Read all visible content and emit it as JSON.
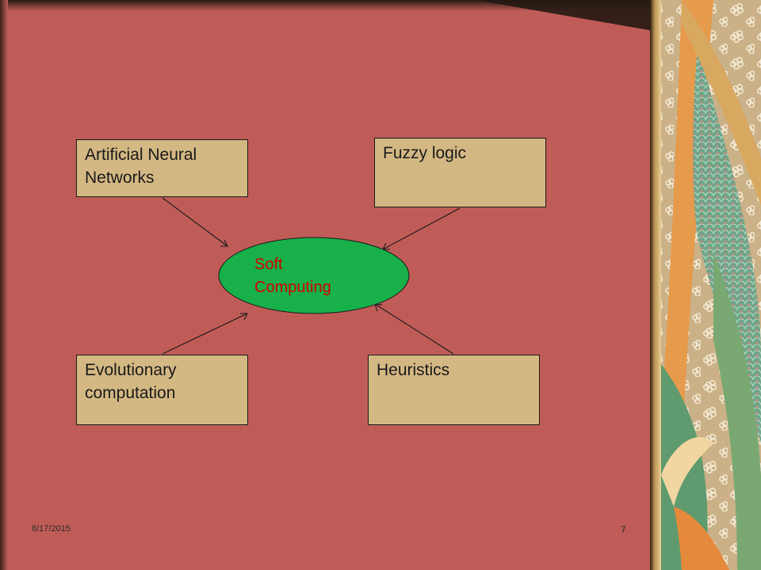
{
  "colors": {
    "slide_bg": "#c05c57",
    "box_fill": "#d4b883",
    "ellipse_fill": "#17b04a",
    "center_text": "#d40000",
    "frame_dark": "#1e1410"
  },
  "nodes": {
    "ann": "Artificial Neural\nNetworks",
    "fuzzy": "Fuzzy logic",
    "evo": "Evolutionary\ncomputation",
    "heur": "Heuristics",
    "center": "Soft\nComputing"
  },
  "footer": {
    "date": "8/17/2015",
    "page": "7"
  }
}
